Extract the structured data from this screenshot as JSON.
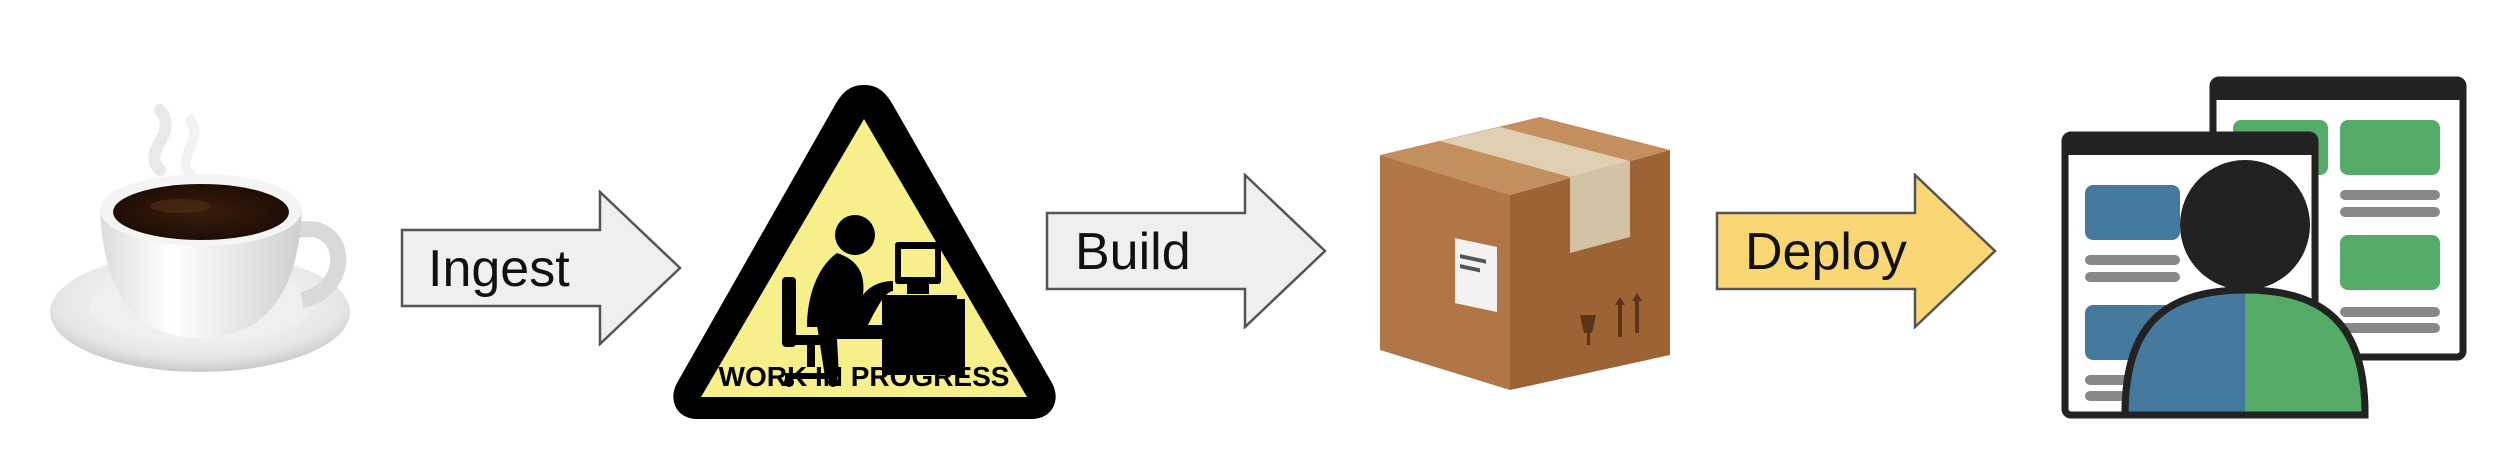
{
  "flow": {
    "steps": [
      {
        "label": "Ingest"
      },
      {
        "label": "Build"
      },
      {
        "label": "Deploy"
      }
    ],
    "sign_text": "WORK IN PROGRESS"
  },
  "colors": {
    "arrow_fill": "#efefef",
    "deploy_fill": "#f8d774",
    "sign_yellow": "#f7ef8c",
    "box_brown": "#b97d4a",
    "user_blue": "#457a9e",
    "user_green": "#55ac69"
  },
  "icons": [
    "coffee-cup-icon",
    "work-in-progress-sign-icon",
    "package-box-icon",
    "user-dashboard-icon"
  ]
}
